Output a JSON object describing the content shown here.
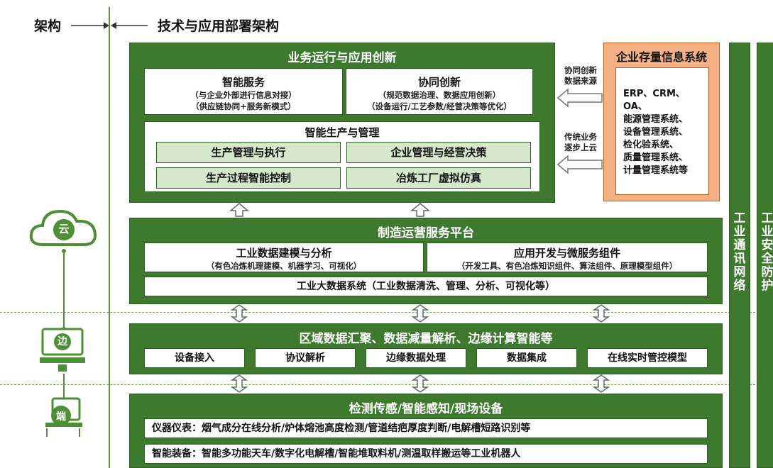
{
  "header": {
    "left": "架构",
    "right": "技术与应用部署架构"
  },
  "tiers": {
    "cloud": "云",
    "edge": "边",
    "end": "端"
  },
  "top": {
    "title": "业务运行与应用创新",
    "smart_service": {
      "title": "智能服务",
      "lines": [
        "（与企业外部进行信息对接）",
        "（供应链协同+服务新模式）"
      ]
    },
    "co_innovation": {
      "title": "协同创新",
      "lines": [
        "（规范数据治理、数据应用创新）",
        "（设备运行/工艺参数/经营决策等优化）"
      ]
    },
    "production": {
      "title": "智能生产与管理",
      "items": [
        "生产管理与执行",
        "企业管理与经营决策",
        "生产过程智能控制",
        "冶炼工厂虚拟仿真"
      ]
    }
  },
  "enterprise": {
    "title": "企业存量信息系统",
    "lines": [
      "ERP、CRM、OA、",
      "能源管理系统、",
      "设备管理系统、",
      "检化验系统、",
      "质量管理系统、",
      "计量管理系统等"
    ]
  },
  "notes": {
    "n1": [
      "协同创新",
      "数据来源"
    ],
    "n2": [
      "传统业务",
      "逐步上云"
    ]
  },
  "platform": {
    "title": "制造运营服务平台",
    "modeling": {
      "title": "工业数据建模与分析",
      "sub": "（有色冶炼机理建模、机器学习、可视化）"
    },
    "appdev": {
      "title": "应用开发与微服务组件",
      "sub": "（开发工具、有色冶炼知识组件、算法组件、原理模型组件）"
    },
    "bigdata": "工业大数据系统（工业数据清洗、管理、分析、可视化等）"
  },
  "edge_layer": {
    "title": "区域数据汇聚、数据减量解析、边缘计算智能等",
    "items": [
      "设备接入",
      "协议解析",
      "边缘数据处理",
      "数据集成",
      "在线实时管控模型"
    ]
  },
  "sensing": {
    "title": "检测传感/智能感知/现场设备",
    "instruments": "仪器仪表：烟气成分在线分析/炉体熔池高度检测/管道结疤厚度判断/电解槽短路识别等",
    "equipment": "智能装备：智能多功能天车/数字化电解槽/智能堆取料机/测温取样搬运等工业机器人"
  },
  "side": {
    "network": "工业通讯网络",
    "security": "工业安全防护"
  }
}
